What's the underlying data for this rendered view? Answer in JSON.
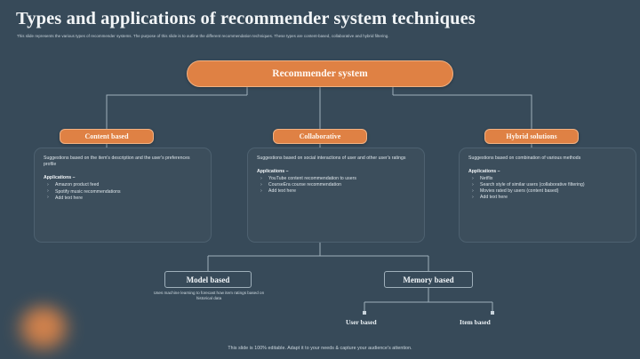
{
  "slide": {
    "title": "Types and applications of recommender system techniques",
    "subtitle": "This slide represents the various types of recommender systems. The purpose of this slide is to outline the different recommendation techniques. These types are content-based, collaborative and hybrid filtering.",
    "footer": "This slide is 100% editable. Adapt it to your needs & capture your audience's attention."
  },
  "colors": {
    "background": "#374a59",
    "card_background": "#3c4e5c",
    "accent_orange": "#df8144",
    "accent_orange_border": "#f0b183",
    "connector": "#9fb0bb",
    "text_primary": "#f1f5f8",
    "text_secondary": "#dfe7ec"
  },
  "diagram": {
    "root": {
      "label": "Recommender system"
    },
    "branches": [
      {
        "label": "Content based",
        "description": "Suggestions based on the item's description and the user's preferences  profile",
        "applications_label": "Applications –",
        "applications": [
          "Amazon product feed",
          "Spotify music recommendations",
          "Add text here"
        ]
      },
      {
        "label": "Collaborative",
        "description": "Suggestions based on social interactions of user and other user's ratings",
        "applications_label": "Applications –",
        "applications": [
          "YouTube content recommendation to users",
          "CourseEra course recommendation",
          "Add text here"
        ]
      },
      {
        "label": "Hybrid solutions",
        "description": "Suggestions based on combination of various methods",
        "applications_label": "Applications –",
        "applications": [
          "Netflix",
          "Search style of similar users (collaborative  filtering)",
          "Movies  rated by users (content  based)",
          "Add text here"
        ]
      }
    ],
    "sub_branches": {
      "model": {
        "label": "Model based",
        "note": "Uses machine learning to forecast how item ratings  based on historical data"
      },
      "memory": {
        "label": "Memory based",
        "children": [
          {
            "label": "User based"
          },
          {
            "label": "Item based"
          }
        ]
      }
    }
  }
}
